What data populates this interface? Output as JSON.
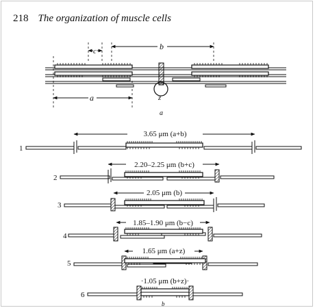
{
  "header": {
    "page_number": "218",
    "title": "The organization of muscle cells"
  },
  "figure_a": {
    "labels": {
      "a": "a",
      "b": "b",
      "c": "c",
      "z": "z"
    },
    "caption": "a"
  },
  "figure_b": {
    "rows": [
      {
        "number": "1",
        "measurement": "3.65 μm (a+b)"
      },
      {
        "number": "2",
        "measurement": "2.20–2.25 μm (b+c)"
      },
      {
        "number": "3",
        "measurement": "2.05 μm (b)"
      },
      {
        "number": "4",
        "measurement": "1.85–1.90 μm (b−c)"
      },
      {
        "number": "5",
        "measurement": "1.65 μm (a+z)"
      },
      {
        "number": "6",
        "measurement": "·1.05 μm (b+z)·"
      }
    ],
    "caption": "b"
  }
}
